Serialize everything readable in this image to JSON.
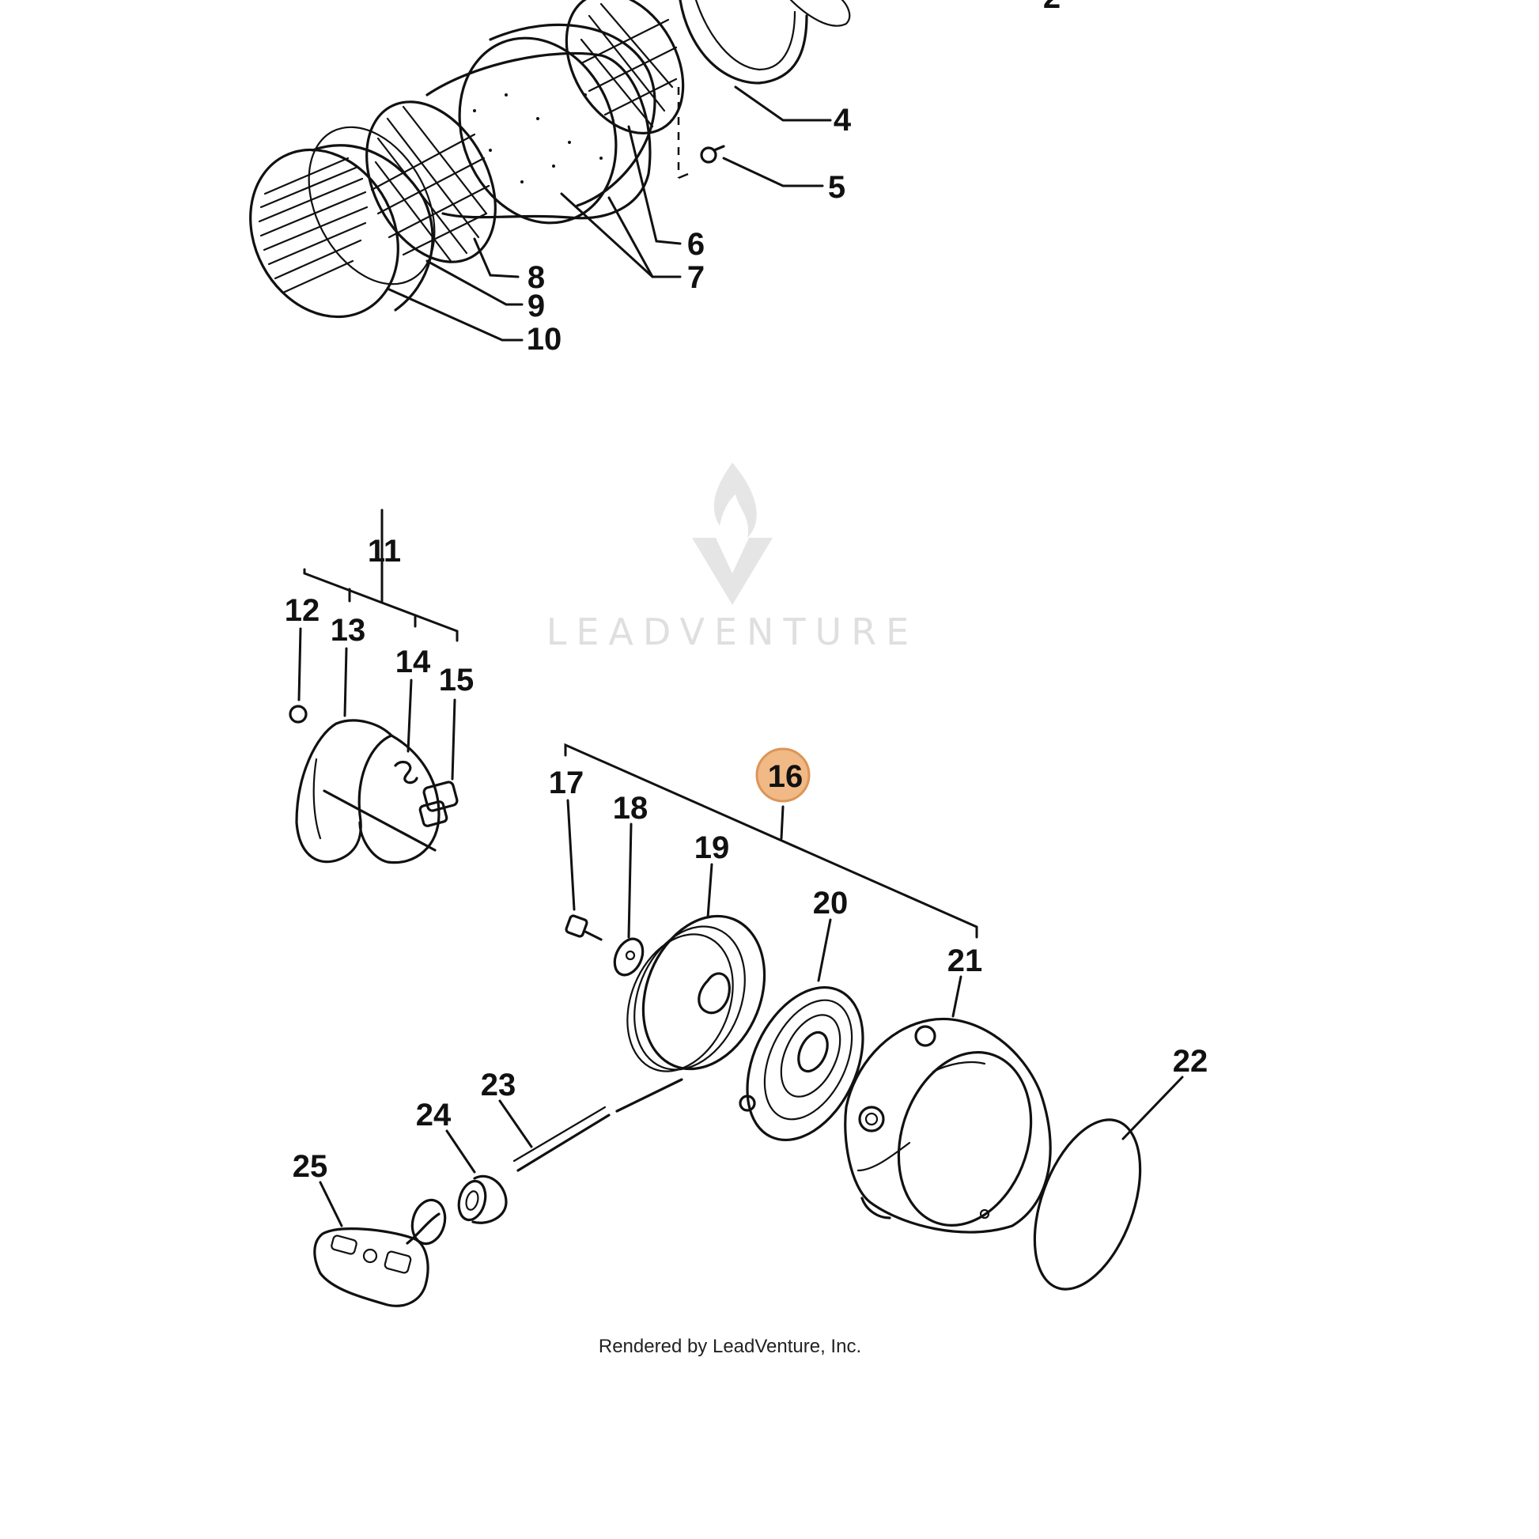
{
  "watermark": {
    "text": "LEADVENTURE"
  },
  "highlight": {
    "color": "#f0b27a",
    "border": "#d98a45"
  },
  "callouts": [
    {
      "id": "2",
      "label": "2"
    },
    {
      "id": "4",
      "label": "4"
    },
    {
      "id": "5",
      "label": "5"
    },
    {
      "id": "6",
      "label": "6"
    },
    {
      "id": "7",
      "label": "7"
    },
    {
      "id": "8",
      "label": "8"
    },
    {
      "id": "9",
      "label": "9"
    },
    {
      "id": "10",
      "label": "10"
    },
    {
      "id": "11",
      "label": "11"
    },
    {
      "id": "12",
      "label": "12"
    },
    {
      "id": "13",
      "label": "13"
    },
    {
      "id": "14",
      "label": "14"
    },
    {
      "id": "15",
      "label": "15"
    },
    {
      "id": "16",
      "label": "16",
      "highlighted": true
    },
    {
      "id": "17",
      "label": "17"
    },
    {
      "id": "18",
      "label": "18"
    },
    {
      "id": "19",
      "label": "19"
    },
    {
      "id": "20",
      "label": "20"
    },
    {
      "id": "21",
      "label": "21"
    },
    {
      "id": "22",
      "label": "22"
    },
    {
      "id": "23",
      "label": "23"
    },
    {
      "id": "24",
      "label": "24"
    },
    {
      "id": "25",
      "label": "25"
    }
  ],
  "footer": {
    "credit": "Rendered by LeadVenture, Inc."
  }
}
